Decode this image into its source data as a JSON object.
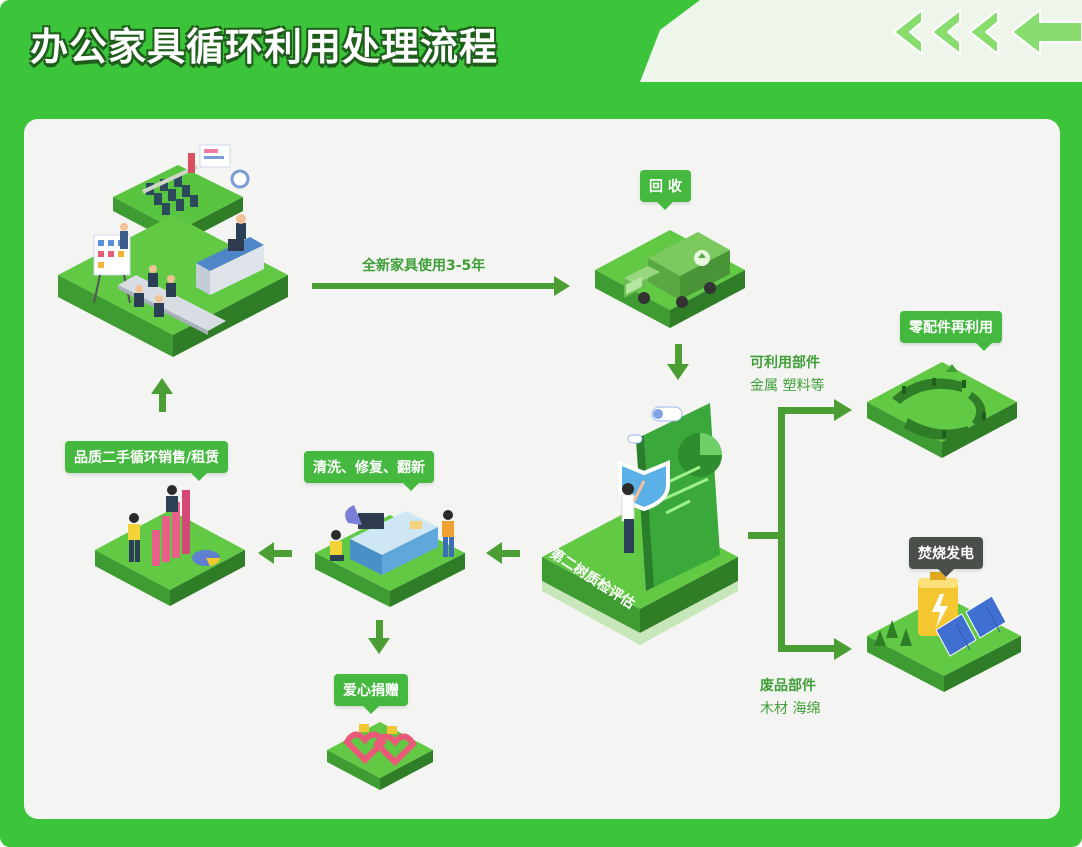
{
  "title": "办公家具循环利用处理流程",
  "nodes": {
    "recycle": "回 收",
    "parts_reuse": "零配件再利用",
    "incineration": "焚烧发电",
    "resale": "品质二手循环销售/租赁",
    "refurbish": "清洗、修复、翻新",
    "donation": "爱心捐赠",
    "assessment": "第二树质检评估"
  },
  "flows": {
    "usage": "全新家具使用3-5年",
    "reusable_title": "可利用部件",
    "reusable_items": "金属 塑料等",
    "waste_title": "废品部件",
    "waste_items": "木材 海绵"
  },
  "colors": {
    "frame": "#3cc53a",
    "canvas": "#f4f5f3",
    "arrow": "#4b9e34",
    "label": "#45b83f",
    "label_dark": "#4a4f4a"
  }
}
